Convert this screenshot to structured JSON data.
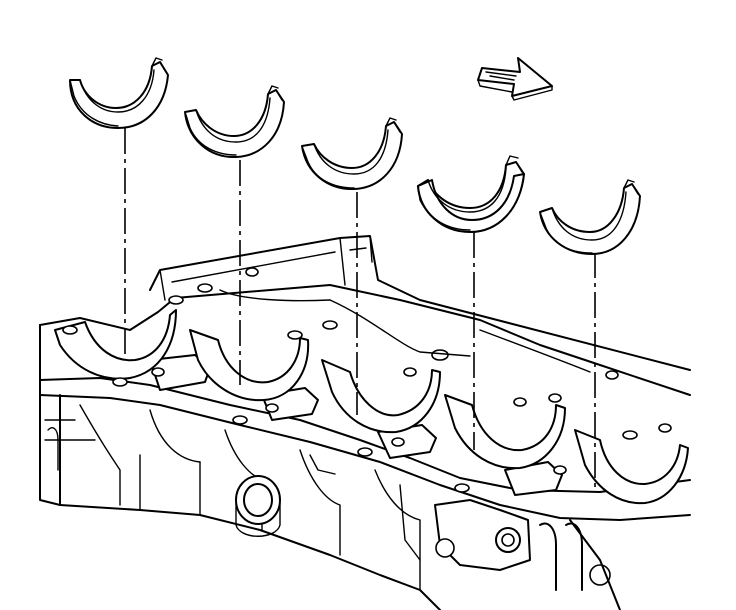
{
  "diagram": {
    "caption": "",
    "colors": {
      "line": "#000000",
      "background": "#ffffff"
    },
    "components": {
      "bearing_inserts": [
        {
          "id": "insert-1",
          "type": "upper-main-bearing-insert"
        },
        {
          "id": "insert-2",
          "type": "upper-main-bearing-insert"
        },
        {
          "id": "insert-3",
          "type": "upper-main-bearing-insert"
        },
        {
          "id": "insert-4",
          "type": "upper-main-bearing-insert",
          "variant": "thrust"
        },
        {
          "id": "insert-5",
          "type": "upper-main-bearing-insert"
        }
      ],
      "engine_block": {
        "type": "engine-block-bearing-saddles",
        "saddle_count": 5
      },
      "orientation_arrow": {
        "type": "front-direction-arrow",
        "icon": "arrow-icon"
      }
    }
  }
}
